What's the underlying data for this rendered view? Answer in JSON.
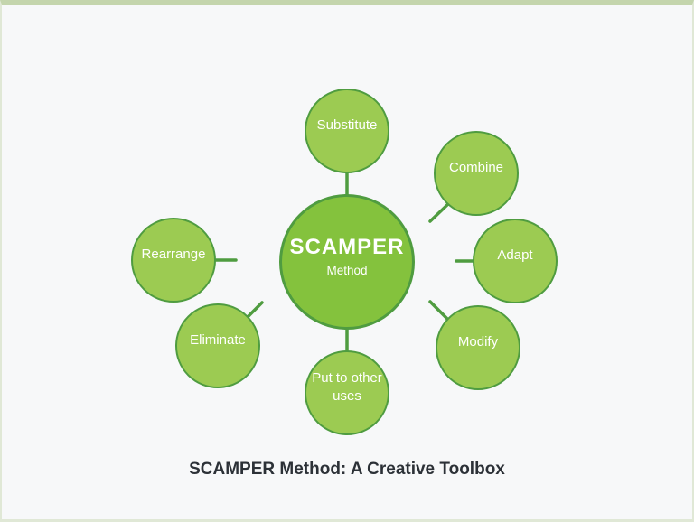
{
  "diagram": {
    "center": {
      "title": "SCAMPER",
      "subtitle": "Method"
    },
    "nodes": [
      {
        "id": "substitute",
        "label": "Substitute"
      },
      {
        "id": "combine",
        "label": "Combine"
      },
      {
        "id": "adapt",
        "label": "Adapt"
      },
      {
        "id": "modify",
        "label": "Modify"
      },
      {
        "id": "put-to-other-uses",
        "label": "Put to other uses"
      },
      {
        "id": "eliminate",
        "label": "Eliminate"
      },
      {
        "id": "rearrange",
        "label": "Rearrange"
      }
    ],
    "caption": "SCAMPER Method: A Creative Toolbox"
  },
  "colors": {
    "background": "#f7f8f9",
    "frame-top": "#c4d5ad",
    "frame-side": "#e0e8d6",
    "center-fill": "#84c23d",
    "node-fill": "#9ccb52",
    "stroke": "#4f9c40",
    "text-on-green": "#ffffff",
    "caption-text": "#2c3137"
  }
}
